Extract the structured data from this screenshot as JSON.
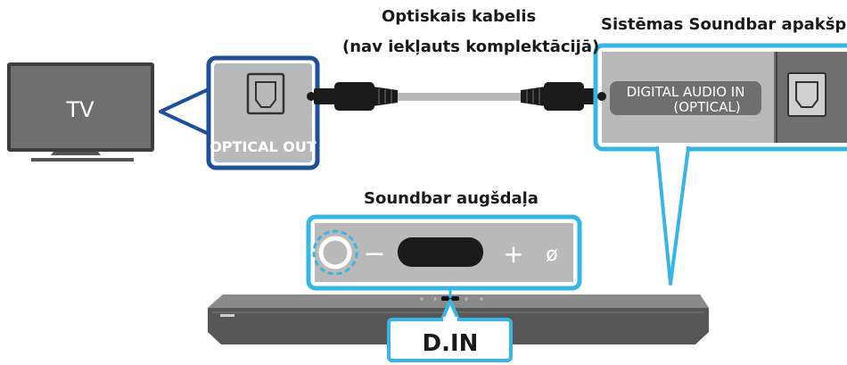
{
  "tv": {
    "label": "TV"
  },
  "tv_port": {
    "label": "OPTICAL OUT"
  },
  "cable": {
    "title": "Optiskais kabelis",
    "subtitle": "(nav iekļauts komplektācijā)"
  },
  "rear_panel": {
    "title": "Sistēmas Soundbar apakšpuse",
    "port_line1": "DIGITAL AUDIO IN",
    "port_line2": "(OPTICAL)"
  },
  "top_panel": {
    "title": "Soundbar augšdaļa",
    "minus": "−",
    "plus": "+",
    "mic": "ø"
  },
  "display": {
    "text": "D.IN"
  },
  "colors": {
    "tv_highlight": "#1d4f9b",
    "soundbar_highlight": "#35b6e5",
    "device_gray": "#6f6f6f",
    "panel_gray": "#b9b9b9"
  }
}
